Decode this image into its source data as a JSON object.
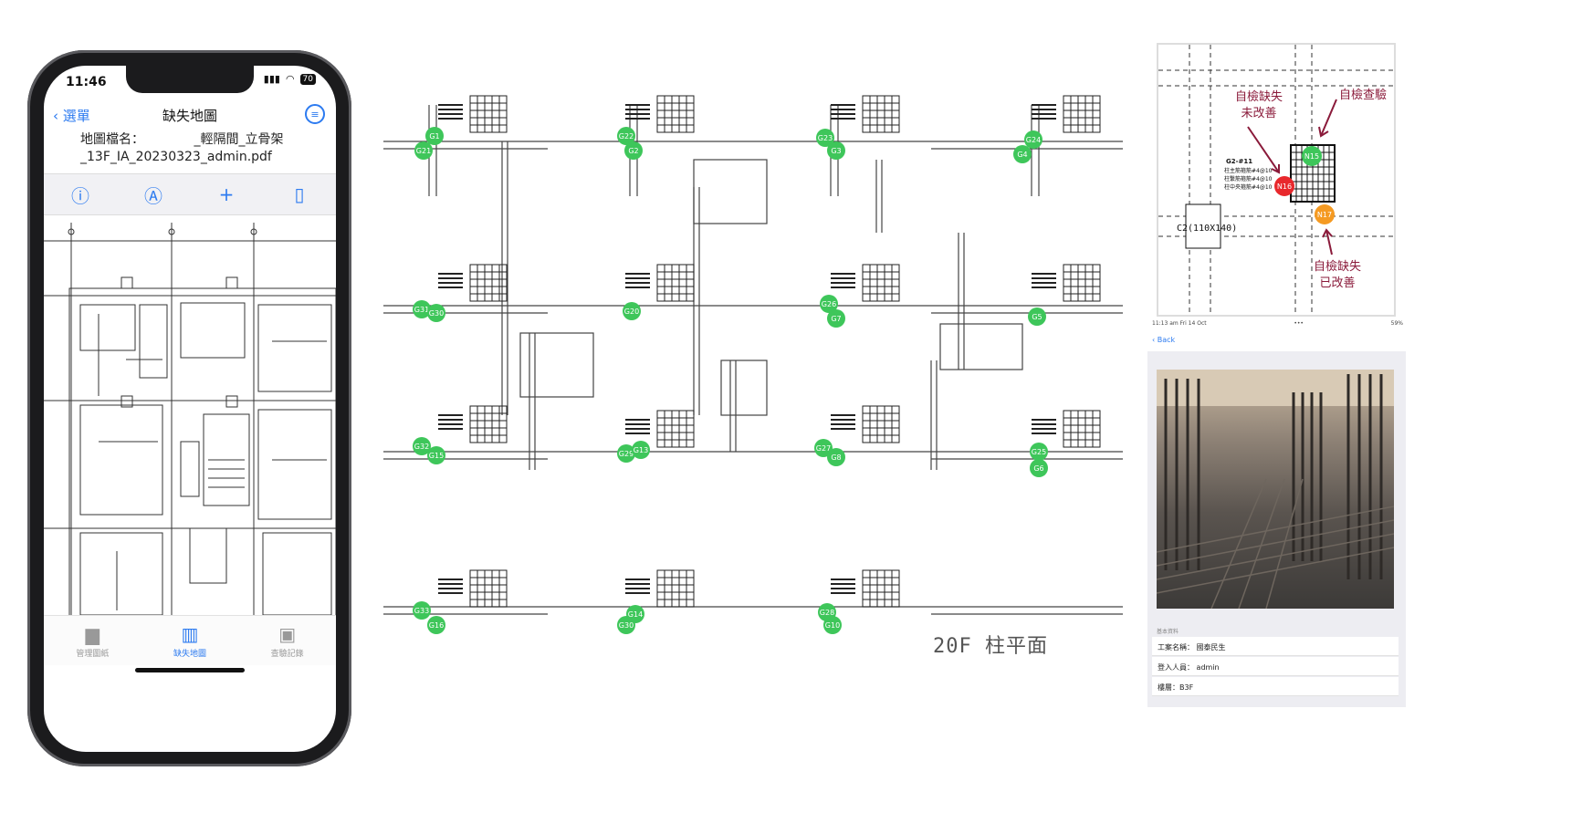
{
  "phone": {
    "status_time": "11:46",
    "battery": "70",
    "nav": {
      "back_label": "選單",
      "title": "缺失地圖"
    },
    "file": {
      "label": "地圖檔名：",
      "name_part1": "_輕隔間_立骨架",
      "name_part2": "_13F_IA_20230323_admin.pdf"
    },
    "toolbar": [
      {
        "icon": "info-icon",
        "glyph": "ⓘ"
      },
      {
        "icon": "navigate-icon",
        "glyph": "Ⓐ"
      },
      {
        "icon": "plus-icon",
        "glyph": "+"
      },
      {
        "icon": "layers-icon",
        "glyph": "▯"
      }
    ],
    "tabs": [
      {
        "label": "管理圖紙",
        "icon": "folder-icon",
        "active": false
      },
      {
        "label": "缺失地圖",
        "icon": "map-icon",
        "active": true
      },
      {
        "label": "查驗記錄",
        "icon": "photos-icon",
        "active": false
      }
    ]
  },
  "plan": {
    "label": "20F 柱平面",
    "markers": [
      "G1",
      "G21",
      "G22",
      "G2",
      "G23",
      "G3",
      "G24",
      "G4",
      "G31",
      "G30",
      "G20",
      "G26",
      "G7",
      "G5",
      "G32",
      "G15",
      "G29",
      "G13",
      "G27",
      "G8",
      "G25",
      "G6",
      "G33",
      "G16",
      "G14",
      "G30",
      "G28",
      "G10"
    ]
  },
  "detail": {
    "ann_top_left": "自檢缺失\n未改善",
    "ann_top_right": "自檢查驗",
    "ann_bottom": "自檢缺失\n已改善",
    "label_col": "C2(110X140)",
    "rebar_title": "G2-#11",
    "rebar_lines": [
      "柱主筋箍筋#4@10",
      "柱繫筋箍筋#4@10",
      "柱中央箍筋#4@10"
    ],
    "markers": {
      "red": "N16",
      "green": "N15",
      "orange": "N17"
    },
    "colors": {
      "red": "#e8282c",
      "green": "#3ec65a",
      "orange": "#f59a22"
    }
  },
  "ipad": {
    "status_left": "11:13 am  Fri 14 Oct",
    "status_mid": "•••",
    "status_right": "59%",
    "back_label": "Back",
    "section_header": "基本資料",
    "rows": [
      "工案名稱： 國泰民生",
      "登入人員： admin",
      "樓層：B3F"
    ]
  },
  "colors": {
    "accent": "#2d7bf0",
    "marker": "#3ec65a"
  }
}
